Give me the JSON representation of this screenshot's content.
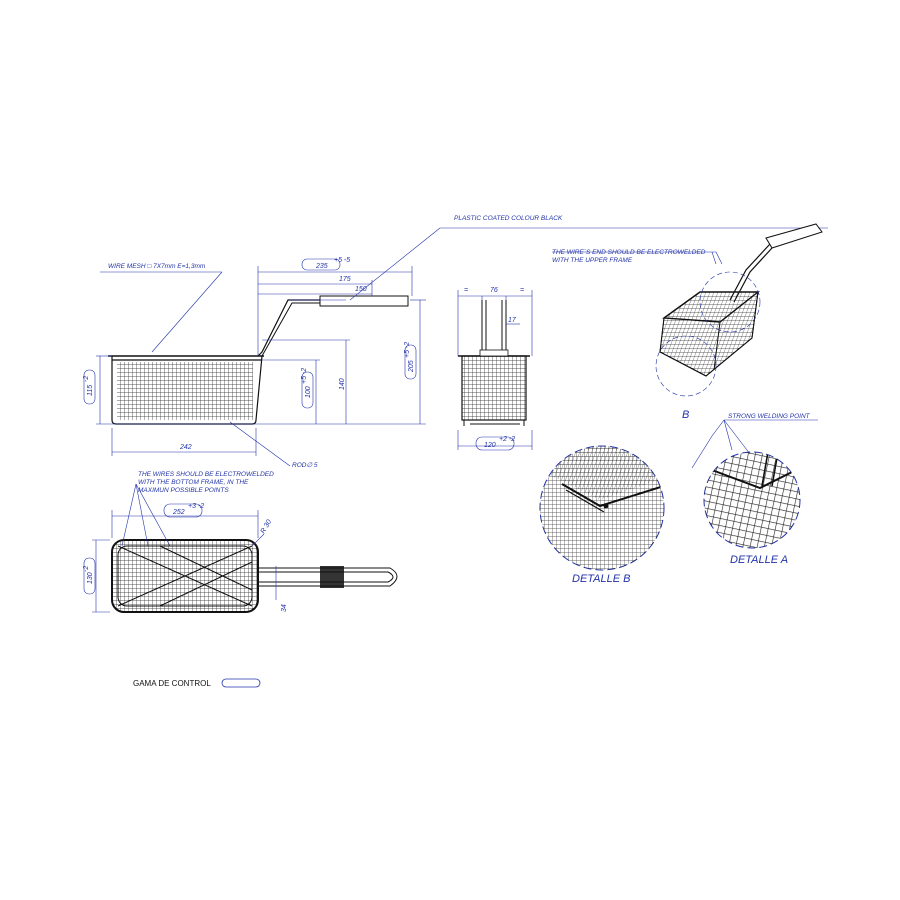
{
  "notes": {
    "wire_mesh": "WIRE MESH □ 7X7mm E=1,3mm",
    "plastic": "PLASTIC COATED COLOUR BLACK",
    "wire_end_1": "THE WIRE´S END SHOULD BE ELECTROWELDED",
    "wire_end_2": "WITH THE UPPER FRAME",
    "electro_1": "THE WIRES SHOULD BE ELECTROWELDED",
    "electro_2": "WITH THE BOTTOM FRAME, IN THE",
    "electro_3": "MAXIMUN POSSIBLE POINTS",
    "strong_weld": "STRONG WELDING POINT",
    "rod": "ROD∅ 5"
  },
  "dims": {
    "d235": "235",
    "d235_tol": "+5 -5",
    "d175": "175",
    "d150": "150",
    "d205": "205",
    "d205_tol": "+5 -2",
    "d140": "140",
    "d100": "100",
    "d100_tol": "+5 -2",
    "d115": "115",
    "d115_tol": "-2",
    "d242": "242",
    "d76": "76",
    "d17": "17",
    "d120": "120",
    "d120_tol": "+2 -2",
    "d252": "252",
    "d252_tol": "+3 -2",
    "d130": "130",
    "d130_tol": "-2",
    "r30": "R 30",
    "d34": "34",
    "eq": "="
  },
  "labels": {
    "b": "B",
    "detalle_b": "DETALLE B",
    "detalle_a": "DETALLE A",
    "legend": "GAMA DE CONTROL"
  },
  "colors": {
    "annotation": "#2233aa",
    "drawing": "#111111",
    "mesh": "#333333"
  }
}
